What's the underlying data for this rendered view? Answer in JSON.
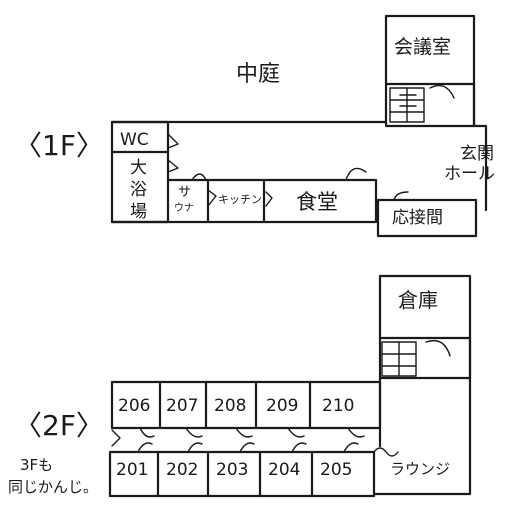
{
  "colors": {
    "ink": "#1a1a1a",
    "paper": "#ffffff"
  },
  "floor1": {
    "heading": "〈1F〉",
    "courtyard": "中庭",
    "rooms": {
      "conference": "会議室",
      "entrance_line1": "玄関",
      "entrance_line2": "ホール",
      "wc": "WC",
      "bath_line1": "大",
      "bath_line2": "浴",
      "bath_line3": "場",
      "sauna_line1": "サ",
      "sauna_line2": "ウナ",
      "kitchen": "キッチン",
      "dining": "食堂",
      "reception": "応接間"
    }
  },
  "floor2": {
    "heading": "〈2F〉",
    "storage": "倉庫",
    "lounge": "ラウンジ",
    "rooms_top": [
      "206",
      "207",
      "208",
      "209",
      "210"
    ],
    "rooms_bottom": [
      "201",
      "202",
      "203",
      "204",
      "205"
    ]
  },
  "note": {
    "line1": "3Fも",
    "line2": "同じかんじ。"
  }
}
